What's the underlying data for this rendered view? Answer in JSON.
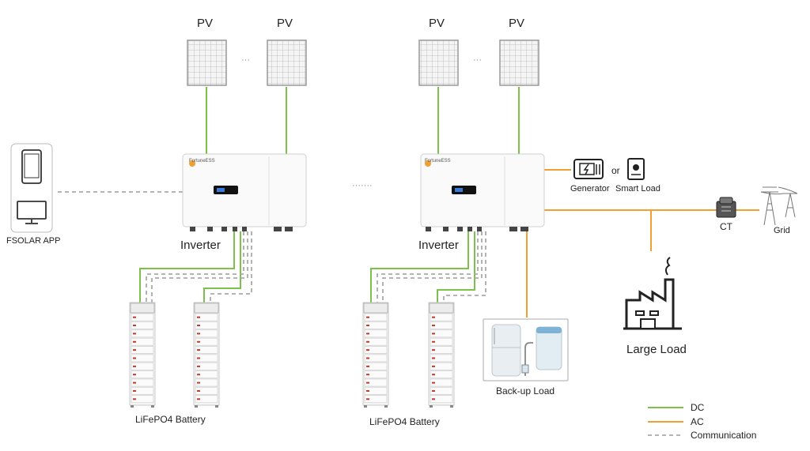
{
  "labels": {
    "pv": [
      "PV",
      "PV",
      "PV",
      "PV"
    ],
    "ellipsis_pv": "···",
    "ellipsis_systems": "·······",
    "app": "FSOLAR APP",
    "inverter": [
      "Inverter",
      "Inverter"
    ],
    "battery": [
      "LiFePO4 Battery",
      "LiFePO4 Battery"
    ],
    "generator": "Generator",
    "or": "or",
    "smart_load": "Smart Load",
    "ct": "CT",
    "grid": "Grid",
    "large_load": "Large Load",
    "backup_load": "Back-up Load",
    "inverter_brand": "FortuneESS"
  },
  "legend": [
    {
      "label": "DC",
      "color": "#7cc24a",
      "style": "solid"
    },
    {
      "label": "AC",
      "color": "#f0a030",
      "style": "solid"
    },
    {
      "label": "Communication",
      "color": "#aaaaaa",
      "style": "dashed"
    }
  ],
  "colors": {
    "dc": "#7cc24a",
    "ac": "#f0a030",
    "comm": "#aaaaaa"
  },
  "icons": [
    "phone-icon",
    "monitor-icon",
    "generator-icon",
    "smart-load-icon",
    "ct-icon",
    "grid-tower-icon",
    "factory-icon",
    "fridge-icon",
    "water-purifier-icon"
  ]
}
